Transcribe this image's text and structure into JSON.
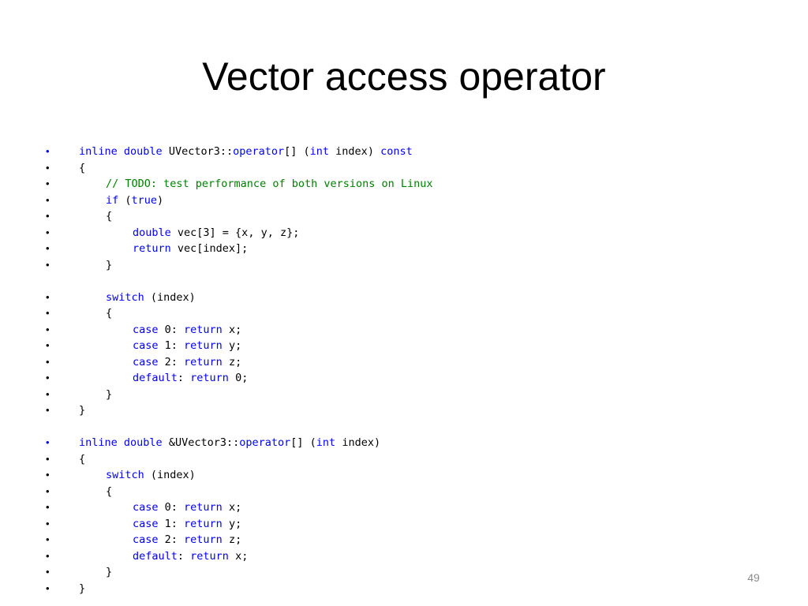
{
  "slide": {
    "title": "Vector access operator",
    "page_number": "49",
    "bullet_glyph": "•",
    "colors": {
      "keyword": "#0000ff",
      "comment": "#008000",
      "text": "#000000",
      "page_number": "#8c8c8c"
    },
    "code_lines": [
      {
        "indent": 0,
        "bullet_color": "blue",
        "tokens": [
          {
            "t": "inline",
            "c": "kw"
          },
          {
            "t": " ",
            "c": "pn"
          },
          {
            "t": "double",
            "c": "kw"
          },
          {
            "t": " UVector3::",
            "c": "pn"
          },
          {
            "t": "operator",
            "c": "kw"
          },
          {
            "t": "[] (",
            "c": "pn"
          },
          {
            "t": "int",
            "c": "kw"
          },
          {
            "t": " index) ",
            "c": "pn"
          },
          {
            "t": "const",
            "c": "kw"
          }
        ]
      },
      {
        "indent": 0,
        "tokens": [
          {
            "t": "{",
            "c": "pn"
          }
        ]
      },
      {
        "indent": 1,
        "tokens": [
          {
            "t": "// TODO: test performance of both versions on Linux",
            "c": "cm"
          }
        ]
      },
      {
        "indent": 1,
        "tokens": [
          {
            "t": "if",
            "c": "kw"
          },
          {
            "t": " (",
            "c": "pn"
          },
          {
            "t": "true",
            "c": "kw"
          },
          {
            "t": ")",
            "c": "pn"
          }
        ]
      },
      {
        "indent": 1,
        "tokens": [
          {
            "t": "{",
            "c": "pn"
          }
        ]
      },
      {
        "indent": 2,
        "tokens": [
          {
            "t": "double",
            "c": "kw"
          },
          {
            "t": " vec[3] = {x, y, z};",
            "c": "pn"
          }
        ]
      },
      {
        "indent": 2,
        "tokens": [
          {
            "t": "return",
            "c": "kw"
          },
          {
            "t": " vec[index];",
            "c": "pn"
          }
        ]
      },
      {
        "indent": 1,
        "tokens": [
          {
            "t": "}",
            "c": "pn"
          }
        ]
      },
      {
        "blank": true
      },
      {
        "indent": 1,
        "tokens": [
          {
            "t": "switch",
            "c": "kw"
          },
          {
            "t": " (index)",
            "c": "pn"
          }
        ]
      },
      {
        "indent": 1,
        "tokens": [
          {
            "t": "{",
            "c": "pn"
          }
        ]
      },
      {
        "indent": 2,
        "tokens": [
          {
            "t": "case",
            "c": "kw"
          },
          {
            "t": " 0: ",
            "c": "pn"
          },
          {
            "t": "return",
            "c": "kw"
          },
          {
            "t": " x;",
            "c": "pn"
          }
        ]
      },
      {
        "indent": 2,
        "tokens": [
          {
            "t": "case",
            "c": "kw"
          },
          {
            "t": " 1: ",
            "c": "pn"
          },
          {
            "t": "return",
            "c": "kw"
          },
          {
            "t": " y;",
            "c": "pn"
          }
        ]
      },
      {
        "indent": 2,
        "tokens": [
          {
            "t": "case",
            "c": "kw"
          },
          {
            "t": " 2: ",
            "c": "pn"
          },
          {
            "t": "return",
            "c": "kw"
          },
          {
            "t": " z;",
            "c": "pn"
          }
        ]
      },
      {
        "indent": 2,
        "tokens": [
          {
            "t": "default",
            "c": "kw"
          },
          {
            "t": ": ",
            "c": "pn"
          },
          {
            "t": "return",
            "c": "kw"
          },
          {
            "t": " 0;",
            "c": "pn"
          }
        ]
      },
      {
        "indent": 1,
        "tokens": [
          {
            "t": "}",
            "c": "pn"
          }
        ]
      },
      {
        "indent": 0,
        "tokens": [
          {
            "t": "}",
            "c": "pn"
          }
        ]
      },
      {
        "blank": true
      },
      {
        "indent": 0,
        "bullet_color": "blue",
        "tokens": [
          {
            "t": "inline",
            "c": "kw"
          },
          {
            "t": " ",
            "c": "pn"
          },
          {
            "t": "double",
            "c": "kw"
          },
          {
            "t": " &UVector3::",
            "c": "pn"
          },
          {
            "t": "operator",
            "c": "kw"
          },
          {
            "t": "[] (",
            "c": "pn"
          },
          {
            "t": "int",
            "c": "kw"
          },
          {
            "t": " index)",
            "c": "pn"
          }
        ]
      },
      {
        "indent": 0,
        "tokens": [
          {
            "t": "{",
            "c": "pn"
          }
        ]
      },
      {
        "indent": 1,
        "tokens": [
          {
            "t": "switch",
            "c": "kw"
          },
          {
            "t": " (index)",
            "c": "pn"
          }
        ]
      },
      {
        "indent": 1,
        "tokens": [
          {
            "t": "{",
            "c": "pn"
          }
        ]
      },
      {
        "indent": 2,
        "tokens": [
          {
            "t": "case",
            "c": "kw"
          },
          {
            "t": " 0: ",
            "c": "pn"
          },
          {
            "t": "return",
            "c": "kw"
          },
          {
            "t": " x;",
            "c": "pn"
          }
        ]
      },
      {
        "indent": 2,
        "tokens": [
          {
            "t": "case",
            "c": "kw"
          },
          {
            "t": " 1: ",
            "c": "pn"
          },
          {
            "t": "return",
            "c": "kw"
          },
          {
            "t": " y;",
            "c": "pn"
          }
        ]
      },
      {
        "indent": 2,
        "tokens": [
          {
            "t": "case",
            "c": "kw"
          },
          {
            "t": " 2: ",
            "c": "pn"
          },
          {
            "t": "return",
            "c": "kw"
          },
          {
            "t": " z;",
            "c": "pn"
          }
        ]
      },
      {
        "indent": 2,
        "tokens": [
          {
            "t": "default",
            "c": "kw"
          },
          {
            "t": ": ",
            "c": "pn"
          },
          {
            "t": "return",
            "c": "kw"
          },
          {
            "t": " x;",
            "c": "pn"
          }
        ]
      },
      {
        "indent": 1,
        "tokens": [
          {
            "t": "}",
            "c": "pn"
          }
        ]
      },
      {
        "indent": 0,
        "tokens": [
          {
            "t": "}",
            "c": "pn"
          }
        ]
      }
    ]
  }
}
